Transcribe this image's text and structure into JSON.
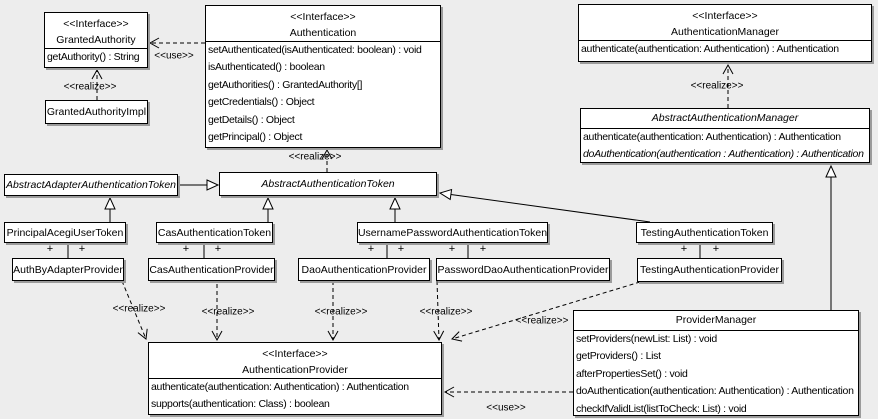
{
  "classes": {
    "granted_authority": {
      "stereotype": "<<Interface>>",
      "name": "GrantedAuthority",
      "methods": [
        "getAuthority() : String"
      ]
    },
    "granted_authority_impl": {
      "name": "GrantedAuthorityImpl"
    },
    "authentication": {
      "stereotype": "<<Interface>>",
      "name": "Authentication",
      "methods": [
        "setAuthenticated(isAuthenticated: boolean) : void",
        "isAuthenticated() : boolean",
        "getAuthorities() : GrantedAuthority[]",
        "getCredentials() : Object",
        "getDetails() : Object",
        "getPrincipal() : Object"
      ]
    },
    "authentication_manager": {
      "stereotype": "<<Interface>>",
      "name": "AuthenticationManager",
      "methods": [
        "authenticate(authentication: Authentication) : Authentication"
      ]
    },
    "abstract_authentication_manager": {
      "name": "AbstractAuthenticationManager",
      "methods": [
        "authenticate(authentication: Authentication) : Authentication",
        "doAuthentication(authentication : Authentication) : Authentication"
      ]
    },
    "abstract_adapter_authentication_token": {
      "name": "AbstractAdapterAuthenticationToken"
    },
    "abstract_authentication_token": {
      "name": "AbstractAuthenticationToken"
    },
    "principal_acegi_user_token": {
      "name": "PrincipalAcegiUserToken"
    },
    "cas_authentication_token": {
      "name": "CasAuthenticationToken"
    },
    "username_password_authentication_token": {
      "name": "UsernamePasswordAuthenticationToken"
    },
    "testing_authentication_token": {
      "name": "TestingAuthenticationToken"
    },
    "auth_by_adapter_provider": {
      "name": "AuthByAdapterProvider"
    },
    "cas_authentication_provider": {
      "name": "CasAuthenticationProvider"
    },
    "dao_authentication_provider": {
      "name": "DaoAuthenticationProvider"
    },
    "password_dao_authentication_provider": {
      "name": "PasswordDaoAuthenticationProvider"
    },
    "testing_authentication_provider": {
      "name": "TestingAuthenticationProvider"
    },
    "authentication_provider": {
      "stereotype": "<<Interface>>",
      "name": "AuthenticationProvider",
      "methods": [
        "authenticate(authentication: Authentication) : Authentication",
        "supports(authentication: Class) : boolean"
      ]
    },
    "provider_manager": {
      "name": "ProviderManager",
      "methods": [
        "setProviders(newList: List) : void",
        "getProviders() : List",
        "afterPropertiesSet() : void",
        "doAuthentication(authentication: Authentication) : Authentication",
        "checkIfValidList(listToCheck: List) : void"
      ]
    }
  },
  "edge_labels": {
    "use": "<<use>>",
    "realize": "<<realize>>",
    "plus": "+"
  },
  "colors": {
    "background": "#ededed",
    "box_fill": "#ffffff",
    "line": "#000000",
    "shadow": "#9b9b9b"
  }
}
